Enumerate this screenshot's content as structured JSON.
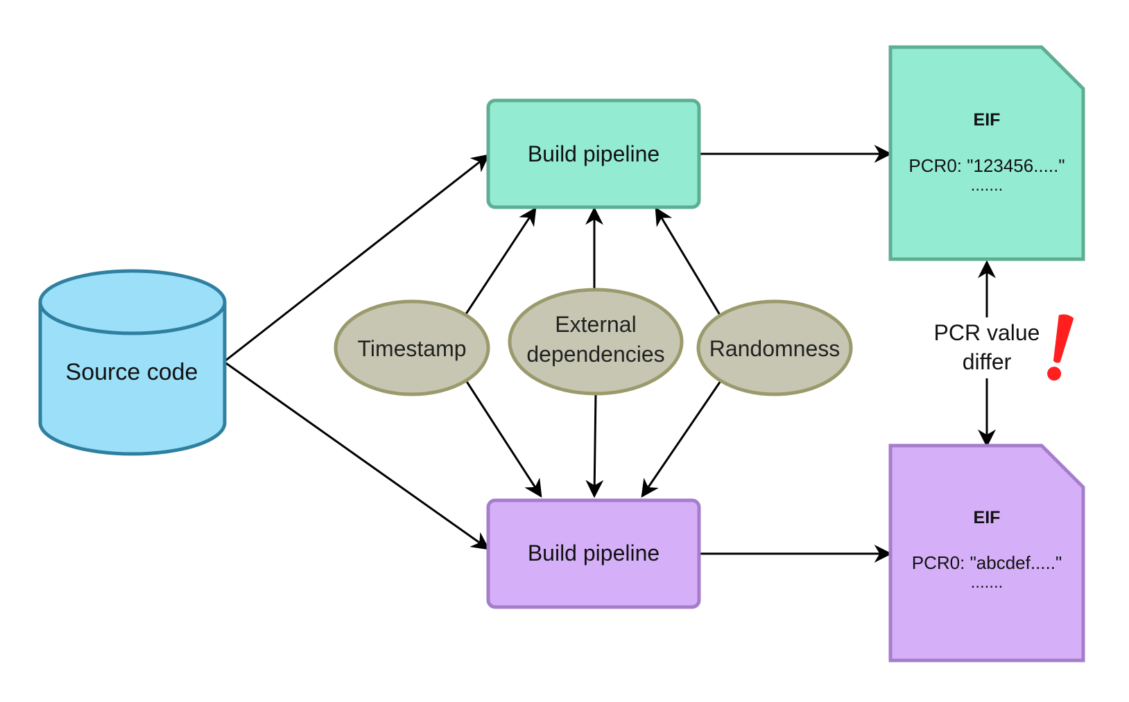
{
  "source": {
    "label": "Source code"
  },
  "pipelines": {
    "top": {
      "label": "Build pipeline"
    },
    "bottom": {
      "label": "Build pipeline"
    }
  },
  "factors": {
    "timestamp": {
      "label": "Timestamp"
    },
    "external": {
      "line1": "External",
      "line2": "dependencies"
    },
    "randomness": {
      "label": "Randomness"
    }
  },
  "eif_top": {
    "title": "EIF",
    "pcr": "PCR0: \"123456.....\"",
    "ellipsis": "......."
  },
  "eif_bottom": {
    "title": "EIF",
    "pcr": "PCR0: \"abcdef.....\"",
    "ellipsis": "......."
  },
  "comparison": {
    "line1": "PCR value",
    "line2": "differ",
    "mark": "!"
  },
  "colors": {
    "source_fill": "#9BE0F8",
    "source_stroke": "#2F80A0",
    "green_fill": "#93EBD2",
    "green_stroke": "#5DAE92",
    "purple_fill": "#D5AFF8",
    "purple_stroke": "#A57DCB",
    "factor_fill": "#C6C6B3",
    "factor_stroke": "#9A9A6C",
    "warning": "#FF1F1F"
  }
}
